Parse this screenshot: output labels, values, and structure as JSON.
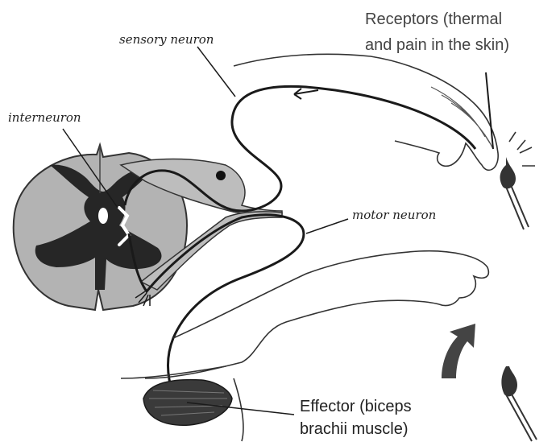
{
  "labels": {
    "sensory_neuron": "sensory neuron",
    "interneuron": "interneuron",
    "motor_neuron": "motor neuron",
    "receptors_line1": "Receptors (thermal",
    "receptors_line2": "and pain in the skin)",
    "effector_line1": "Effector (biceps",
    "effector_line2": "brachii muscle)"
  },
  "colors": {
    "cord_white_matter": "#b3b3b3",
    "cord_grey_matter": "#262626",
    "cord_outline": "#333333",
    "nerve_fill": "#bdbdbd",
    "line": "#1a1a1a",
    "muscle": "#3a3a3a"
  }
}
